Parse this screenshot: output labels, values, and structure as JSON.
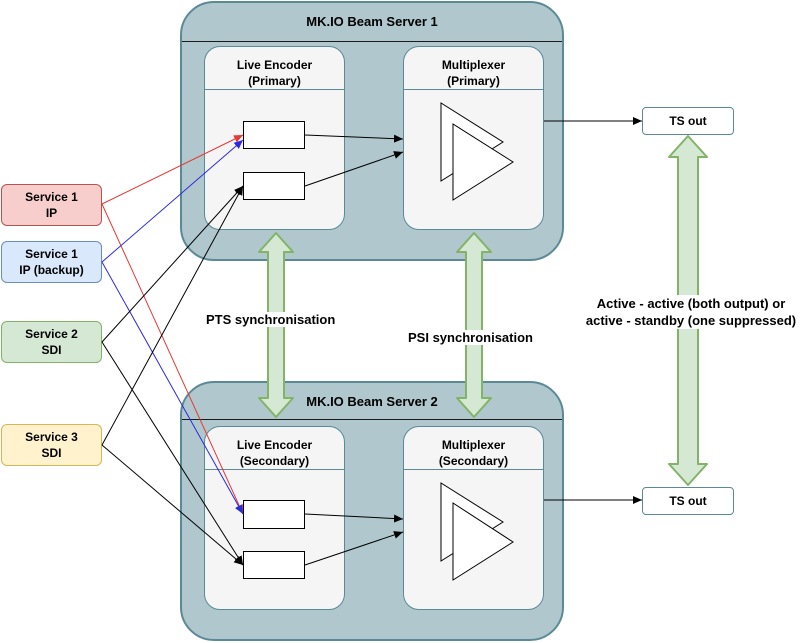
{
  "servers": [
    {
      "title": "MK.IO Beam Server 1",
      "encoder": "Live Encoder\n(Primary)",
      "mux": "Multiplexer\n(Primary)"
    },
    {
      "title": "MK.IO Beam Server 2",
      "encoder": "Live Encoder\n(Secondary)",
      "mux": "Multiplexer\n(Secondary)"
    }
  ],
  "services": [
    {
      "label": "Service 1\nIP",
      "color": "#f8cecc",
      "border": "#b85450"
    },
    {
      "label": "Service 1\nIP (backup)",
      "color": "#dae8fc",
      "border": "#6c8ebf"
    },
    {
      "label": "Service 2\nSDI",
      "color": "#d5e8d4",
      "border": "#82b366"
    },
    {
      "label": "Service 3\nSDI",
      "color": "#fff2cc",
      "border": "#d6b656"
    }
  ],
  "outputs": {
    "ts_out_1": "TS out",
    "ts_out_2": "TS out"
  },
  "sync_labels": {
    "pts": "PTS synchronisation",
    "psi": "PSI synchronisation",
    "redundancy": "Active - active (both output) or\nactive - standby (one suppressed)"
  },
  "colors": {
    "server_fill": "#b0c8cd",
    "server_border": "#5a8a96",
    "sync_arrow_fill": "#d5e8d4",
    "sync_arrow_stroke": "#82b366",
    "ip_line": "#e53935",
    "ip_backup_line": "#2a2ae0"
  }
}
